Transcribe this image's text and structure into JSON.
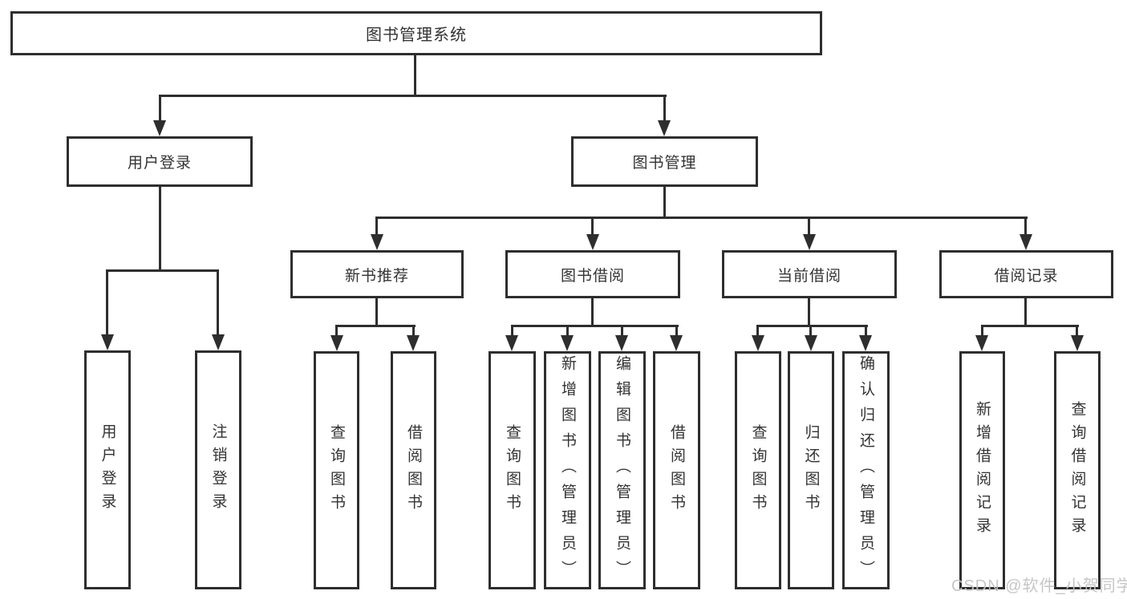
{
  "diagram_type": "hierarchy-tree",
  "hierarchy": {
    "label": "图书管理系统",
    "children": [
      {
        "label": "用户登录",
        "children": [
          {
            "label": "用户登录"
          },
          {
            "label": "注销登录"
          }
        ]
      },
      {
        "label": "图书管理",
        "children": [
          {
            "label": "新书推荐",
            "children": [
              {
                "label": "查询图书"
              },
              {
                "label": "借阅图书"
              }
            ]
          },
          {
            "label": "图书借阅",
            "children": [
              {
                "label": "查询图书"
              },
              {
                "label": "新增图书（管理员）"
              },
              {
                "label": "编辑图书（管理员）"
              },
              {
                "label": "借阅图书"
              }
            ]
          },
          {
            "label": "当前借阅",
            "children": [
              {
                "label": "查询图书"
              },
              {
                "label": "归还图书"
              },
              {
                "label": "确认归还（管理员）"
              }
            ]
          },
          {
            "label": "借阅记录",
            "children": [
              {
                "label": "新增借阅记录"
              },
              {
                "label": "查询借阅记录"
              }
            ]
          }
        ]
      }
    ]
  },
  "watermark": {
    "text": "CSDN @软件_小贺同学"
  },
  "colors": {
    "line": "#2e2e2e",
    "text": "#333333",
    "background": "#ffffff",
    "watermark": "#c3c3c3"
  }
}
